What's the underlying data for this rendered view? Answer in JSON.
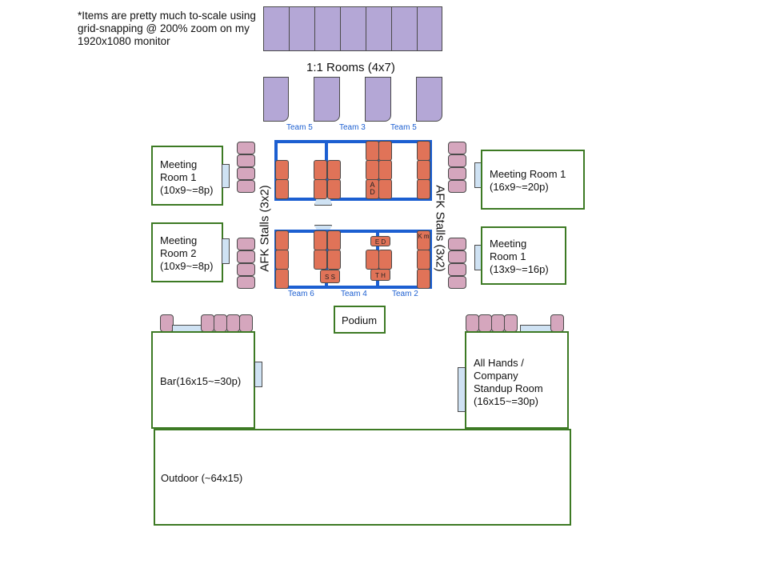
{
  "note": [
    "*Items are pretty much to-scale using",
    "grid-snapping @ 200% zoom on my",
    "1920x1080 monitor"
  ],
  "oneone_label": "1:1 Rooms (4x7)",
  "teams": {
    "top": [
      "Team 5",
      "Team 3",
      "Team 5"
    ],
    "bottom": [
      "Team 6",
      "Team 4",
      "Team 2"
    ]
  },
  "afk_left": "AFK Stalls (3x2)",
  "afk_right": "AFK Stalls (3x2)",
  "rooms": {
    "meeting_left_1": [
      "Meeting",
      "Room 1",
      "(10x9~=8p)"
    ],
    "meeting_left_2": [
      "Meeting",
      "Room 2",
      "(10x9~=8p)"
    ],
    "meeting_right_1": [
      "Meeting Room 1",
      "(16x9~=20p)"
    ],
    "meeting_right_2": [
      "Meeting",
      "Room 1",
      "(13x9~=16p)"
    ],
    "podium": "Podium",
    "bar": "Bar(16x15~=30p)",
    "all_hands": [
      "All Hands /",
      "Company",
      "Standup Room",
      "(16x15~=30p)"
    ],
    "outdoor": "Outdoor (~64x15)"
  },
  "seat_letters": {
    "ad": "A D",
    "ed": "E D",
    "km": "K m",
    "ss": "S S",
    "h": "H",
    "t": "T"
  },
  "colors": {
    "room_border": "#3d7a24",
    "stall_border": "#1c5fd1",
    "one_one": "#b4a7d6",
    "seat": "#e07358",
    "chair": "#d5a6bd",
    "table": "#cfe2f3"
  }
}
